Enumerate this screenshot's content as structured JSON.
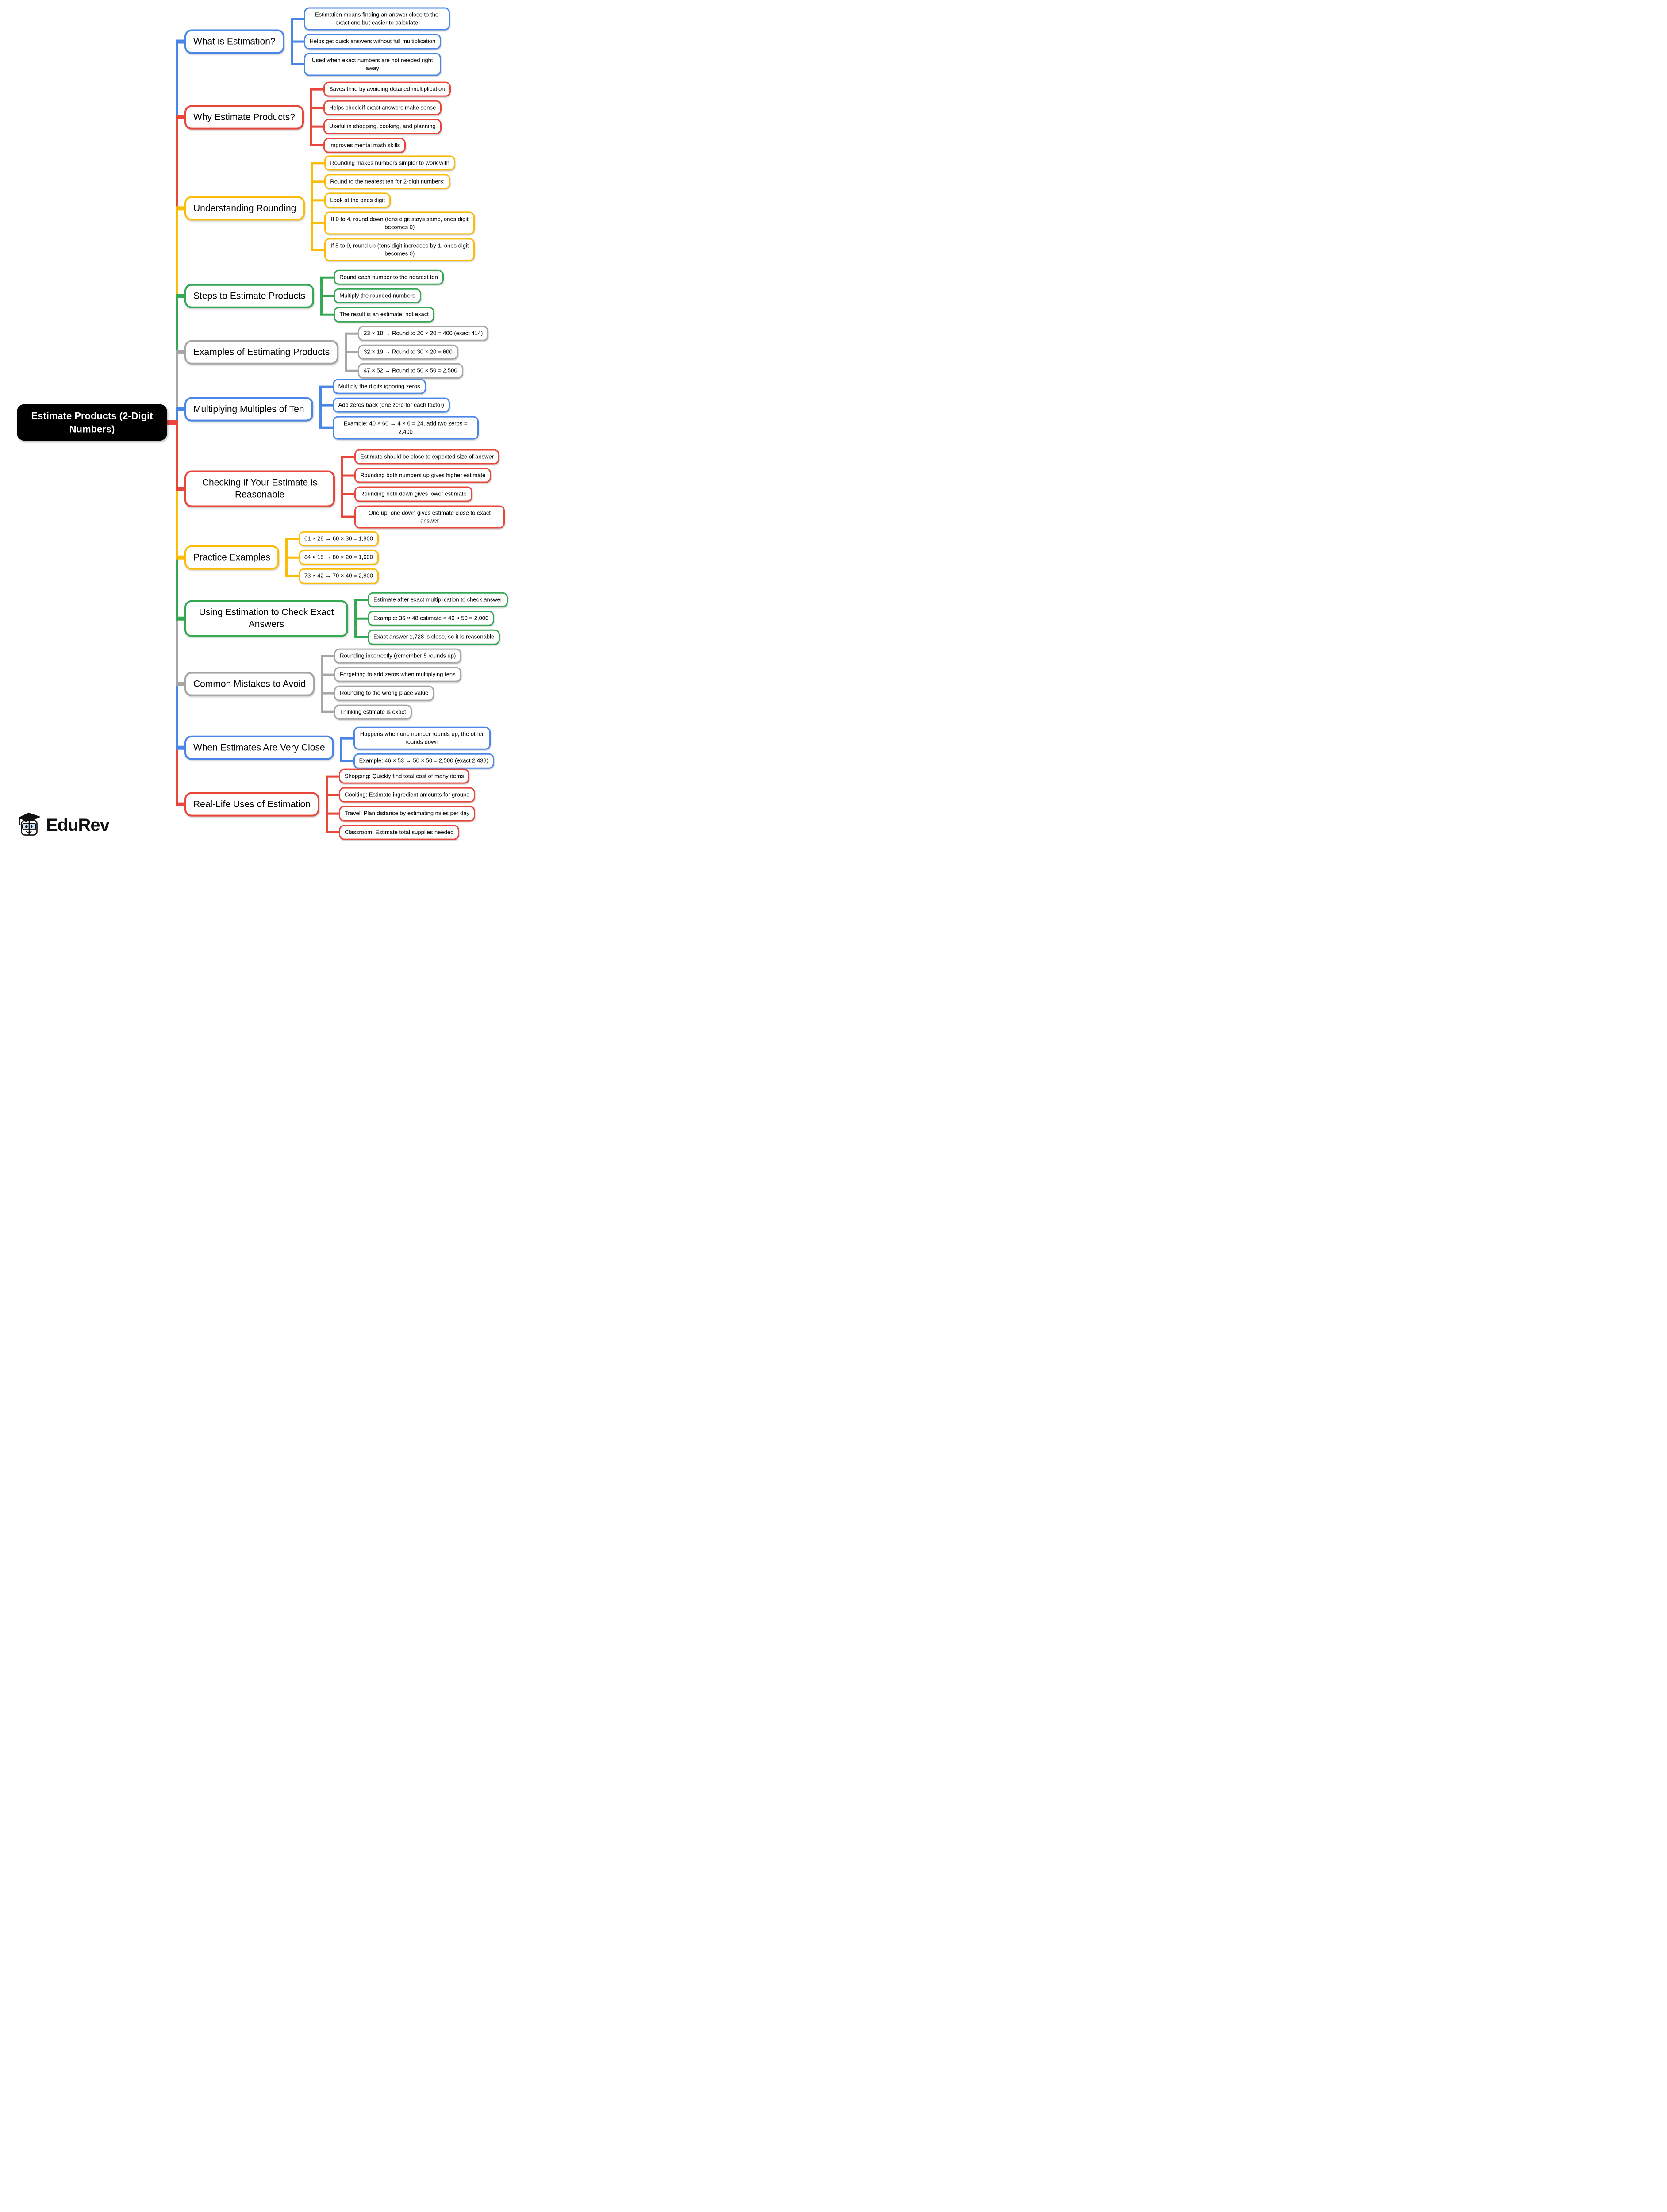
{
  "central": {
    "label": "Estimate Products (2-Digit Numbers)"
  },
  "colors": {
    "blue": "#4a86e8",
    "red": "#e8453b",
    "yellow": "#fbbc05",
    "green": "#34a853",
    "gray": "#a6a6a6",
    "central_bg": "#000000",
    "central_text": "#ffffff",
    "background": "#ffffff"
  },
  "branches": [
    {
      "label": "What is Estimation?",
      "color": "blue",
      "children": [
        "Estimation means finding an answer close to the exact one but easier to calculate",
        "Helps get quick answers without full multiplication",
        "Used when exact numbers are not needed right away"
      ]
    },
    {
      "label": "Why Estimate Products?",
      "color": "red",
      "children": [
        "Saves time by avoiding detailed multiplication",
        "Helps check if exact answers make sense",
        "Useful in shopping, cooking, and planning",
        "Improves mental math skills"
      ]
    },
    {
      "label": "Understanding Rounding",
      "color": "yellow",
      "children": [
        "Rounding makes numbers simpler to work with",
        "Round to the nearest ten for 2-digit numbers:",
        "Look at the ones digit",
        "If 0 to 4, round down (tens digit stays same, ones digit becomes 0)",
        "If 5 to 9, round up (tens digit increases by 1, ones digit becomes 0)"
      ]
    },
    {
      "label": "Steps to Estimate Products",
      "color": "green",
      "children": [
        "Round each number to the nearest ten",
        "Multiply the rounded numbers",
        "The result is an estimate, not exact"
      ]
    },
    {
      "label": "Examples of Estimating Products",
      "color": "gray",
      "children": [
        "23 × 18 → Round to 20 × 20 = 400 (exact 414)",
        "32 × 19 → Round to 30 × 20 = 600",
        "47 × 52 → Round to 50 × 50 = 2,500"
      ]
    },
    {
      "label": "Multiplying Multiples of Ten",
      "color": "blue",
      "children": [
        "Multiply the digits ignoring zeros",
        "Add zeros back (one zero for each factor)",
        "Example: 40 × 60 → 4 × 6 = 24, add two zeros = 2,400"
      ]
    },
    {
      "label": "Checking if Your Estimate is Reasonable",
      "color": "red",
      "children": [
        "Estimate should be close to expected size of answer",
        "Rounding both numbers up gives higher estimate",
        "Rounding both down gives lower estimate",
        "One up, one down gives estimate close to exact answer"
      ]
    },
    {
      "label": "Practice Examples",
      "color": "yellow",
      "children": [
        "61 × 28 → 60 × 30 = 1,800",
        "84 × 15 → 80 × 20 = 1,600",
        "73 × 42 → 70 × 40 = 2,800"
      ]
    },
    {
      "label": "Using Estimation to Check Exact Answers",
      "color": "green",
      "children": [
        "Estimate after exact multiplication to check answer",
        "Example: 36 × 48 estimate = 40 × 50 = 2,000",
        "Exact answer 1,728 is close, so it is reasonable"
      ]
    },
    {
      "label": "Common Mistakes to Avoid",
      "color": "gray",
      "children": [
        "Rounding incorrectly (remember 5 rounds up)",
        "Forgetting to add zeros when multiplying tens",
        "Rounding to the wrong place value",
        "Thinking estimate is exact"
      ]
    },
    {
      "label": "When Estimates Are Very Close",
      "color": "blue",
      "children": [
        "Happens when one number rounds up, the other rounds down",
        "Example: 46 × 53 → 50 × 50 = 2,500 (exact 2,438)"
      ]
    },
    {
      "label": "Real-Life Uses of Estimation",
      "color": "red",
      "children": [
        "Shopping: Quickly find total cost of many items",
        "Cooking: Estimate ingredient amounts for groups",
        "Travel: Plan distance by estimating miles per day",
        "Classroom: Estimate total supplies needed"
      ]
    }
  ],
  "logo": {
    "text": "EduRev"
  }
}
